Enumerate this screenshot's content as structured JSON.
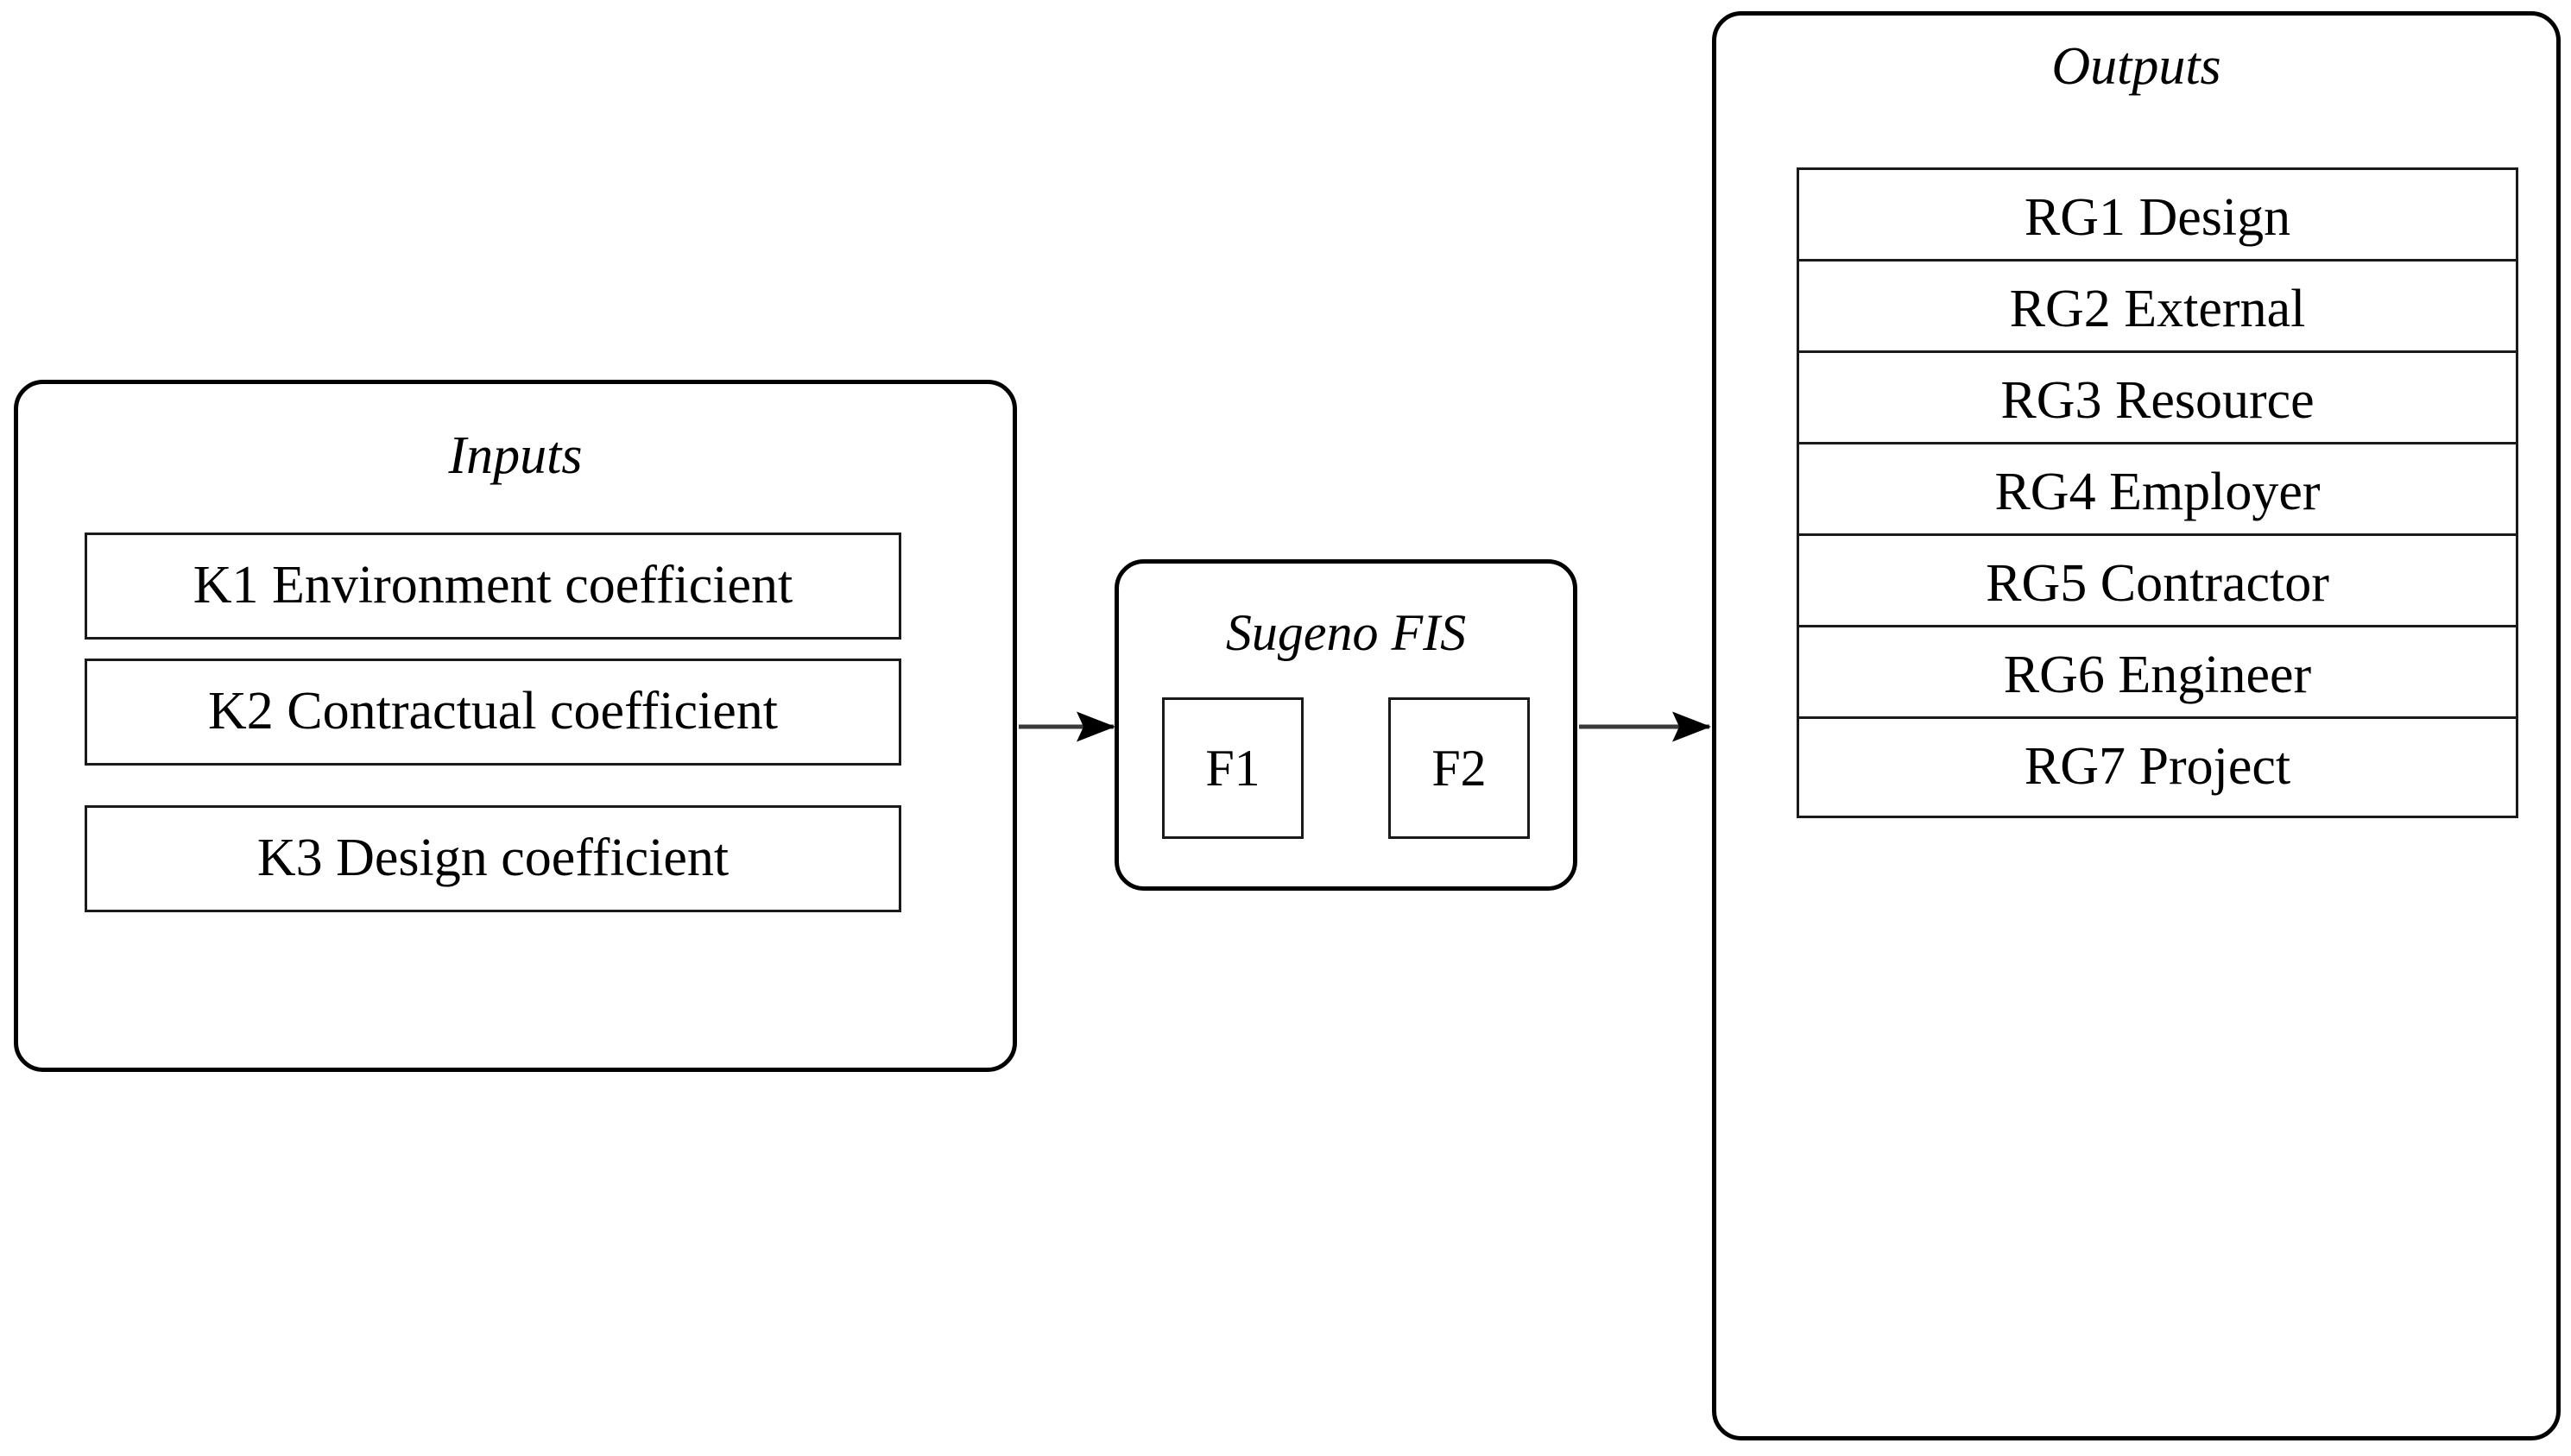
{
  "diagram": {
    "title_style": "italic",
    "line_color": "#000000",
    "background": "#ffffff"
  },
  "inputs": {
    "title": "Inputs",
    "items": [
      {
        "label": "K1 Environment coefficient"
      },
      {
        "label": "K2 Contractual coefficient"
      },
      {
        "label": "K3 Design coefficient"
      }
    ]
  },
  "fis": {
    "title": "Sugeno FIS",
    "items": [
      {
        "label": "F1"
      },
      {
        "label": "F2"
      }
    ]
  },
  "outputs": {
    "title": "Outputs",
    "items": [
      {
        "label": "RG1 Design"
      },
      {
        "label": "RG2 External"
      },
      {
        "label": "RG3 Resource"
      },
      {
        "label": "RG4 Employer"
      },
      {
        "label": "RG5 Contractor"
      },
      {
        "label": "RG6 Engineer"
      },
      {
        "label": "RG7 Project"
      }
    ]
  },
  "connectors": [
    {
      "name": "inputs-to-fis",
      "from": "inputs",
      "to": "fis"
    },
    {
      "name": "fis-to-outputs",
      "from": "fis",
      "to": "outputs"
    }
  ]
}
